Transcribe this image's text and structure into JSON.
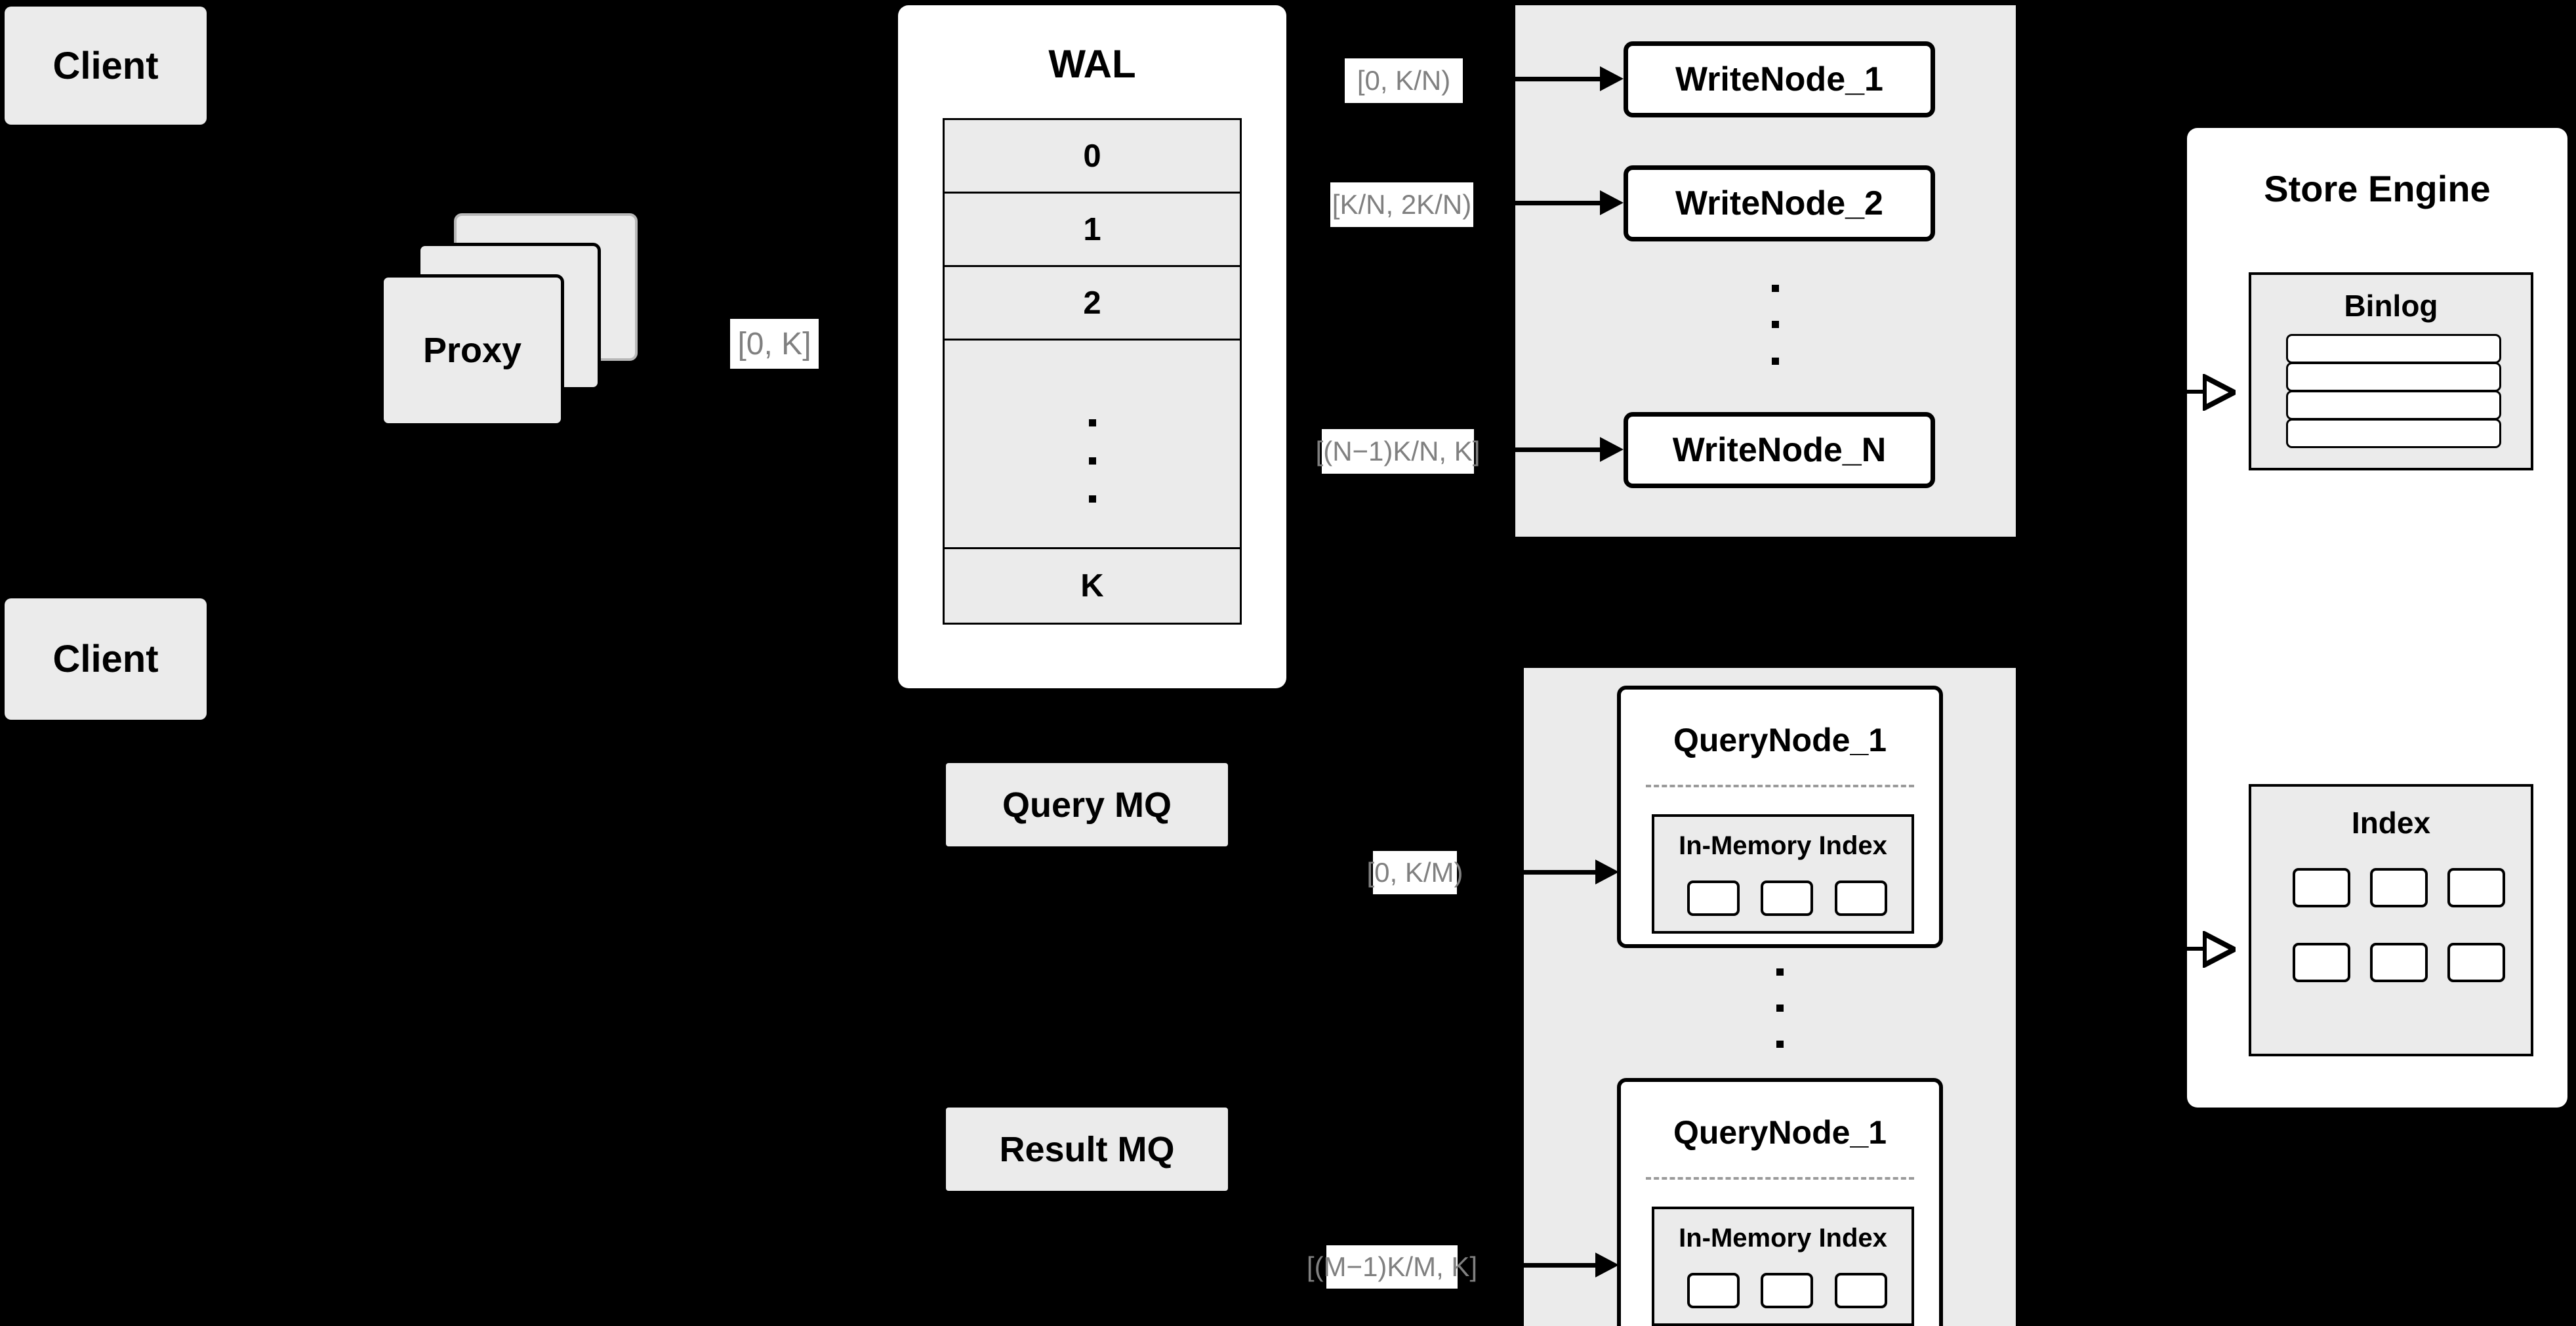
{
  "diagram": {
    "title": "Distributed write/query architecture",
    "background_color": "#000000",
    "box_fill": "#ebebeb",
    "panel_fill": "#ffffff",
    "label_text_color": "#808080",
    "divider_color": "#9a9a9a"
  },
  "clients": [
    {
      "label": "Client"
    },
    {
      "label": "Client"
    }
  ],
  "proxy": {
    "label": "Proxy",
    "stack_count": 3
  },
  "wal": {
    "title": "WAL",
    "rows": [
      "0",
      "1",
      "2",
      "",
      "K"
    ],
    "ellipsis_row_index": 3,
    "ellipsis_dots": 3
  },
  "edge_labels": {
    "proxy_to_wal": "[0, K]",
    "wal_to_writenode_1": "[0,  K/N)",
    "wal_to_writenode_2": "[K/N, 2K/N)",
    "wal_to_writenode_n": "[(N−1)K/N,  K]",
    "mq_to_querynode_1": "[0, K/M)",
    "mq_to_querynode_m": "[(M−1)K/M, K]"
  },
  "write_cluster": {
    "nodes": [
      {
        "label": "WriteNode_1"
      },
      {
        "label": "WriteNode_2"
      },
      {
        "label": "WriteNode_N"
      }
    ],
    "ellipsis_dots": 3
  },
  "message_queues": [
    {
      "label": "Query MQ"
    },
    {
      "label": "Result MQ"
    }
  ],
  "query_cluster": {
    "nodes": [
      {
        "title": "QueryNode_1",
        "index": {
          "title": "In-Memory Index",
          "cells": 3
        }
      },
      {
        "title": "QueryNode_1",
        "index": {
          "title": "In-Memory Index",
          "cells": 3
        }
      }
    ],
    "ellipsis_dots": 3
  },
  "store_engine": {
    "title": "Store Engine",
    "binlog": {
      "title": "Binlog",
      "bars": 4
    },
    "index": {
      "title": "Index",
      "cells": 6
    }
  }
}
